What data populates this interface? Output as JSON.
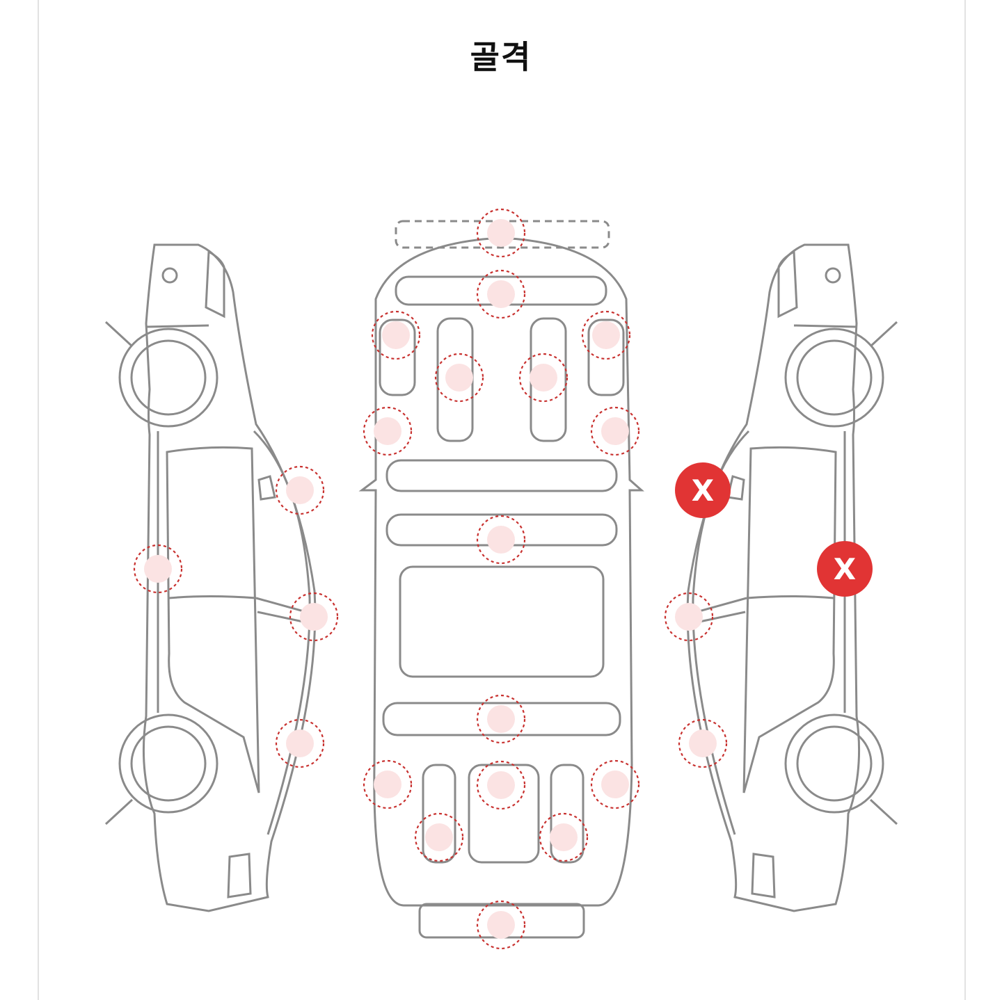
{
  "header": {
    "title": "골격"
  },
  "inspection": {
    "spot_color": "#c8312f",
    "defect_color": "#e13434",
    "defect_label": "X",
    "spots": [
      {
        "id": "front-panel",
        "state": "ok"
      },
      {
        "id": "front-crossmember",
        "state": "ok"
      },
      {
        "id": "front-left-inside-panel",
        "state": "ok"
      },
      {
        "id": "front-right-inside-panel",
        "state": "ok"
      },
      {
        "id": "front-left-side-member",
        "state": "ok"
      },
      {
        "id": "front-right-side-member",
        "state": "ok"
      },
      {
        "id": "front-left-wheelhouse",
        "state": "ok"
      },
      {
        "id": "front-right-wheelhouse",
        "state": "ok"
      },
      {
        "id": "dash-panel",
        "state": "ok"
      },
      {
        "id": "floor-panel",
        "state": "ok"
      },
      {
        "id": "trunk-floor",
        "state": "ok"
      },
      {
        "id": "rear-center",
        "state": "ok"
      },
      {
        "id": "rear-left-wheelhouse",
        "state": "ok"
      },
      {
        "id": "rear-right-wheelhouse",
        "state": "ok"
      },
      {
        "id": "rear-left-side-member",
        "state": "ok"
      },
      {
        "id": "rear-right-side-member",
        "state": "ok"
      },
      {
        "id": "rear-panel",
        "state": "ok"
      },
      {
        "id": "left-a-pillar",
        "state": "ok"
      },
      {
        "id": "left-side-sill",
        "state": "ok"
      },
      {
        "id": "left-b-pillar",
        "state": "ok"
      },
      {
        "id": "left-c-pillar",
        "state": "ok"
      },
      {
        "id": "right-a-pillar",
        "state": "defect"
      },
      {
        "id": "right-side-sill",
        "state": "defect"
      },
      {
        "id": "right-b-pillar",
        "state": "ok"
      },
      {
        "id": "right-c-pillar",
        "state": "ok"
      }
    ]
  }
}
